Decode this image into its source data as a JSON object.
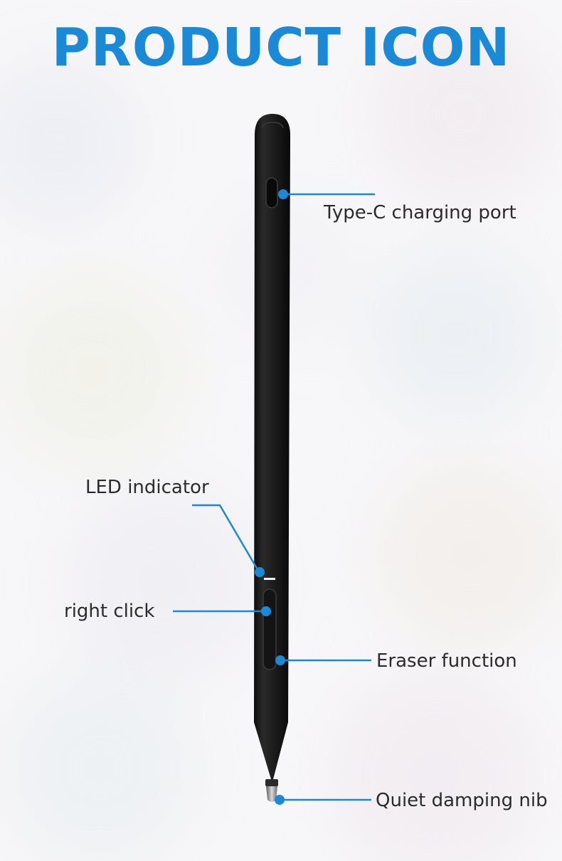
{
  "title": "PRODUCT ICON",
  "colors": {
    "accent": "#1a8ad6",
    "pen_body": "#1b1b1b",
    "label_text": "#2b2b2b",
    "background": "#f6f5f7"
  },
  "callouts": {
    "type_c": "Type-C charging port",
    "led": "LED indicator",
    "right_click": "right click",
    "eraser": "Eraser function",
    "nib": "Quiet damping nib"
  }
}
